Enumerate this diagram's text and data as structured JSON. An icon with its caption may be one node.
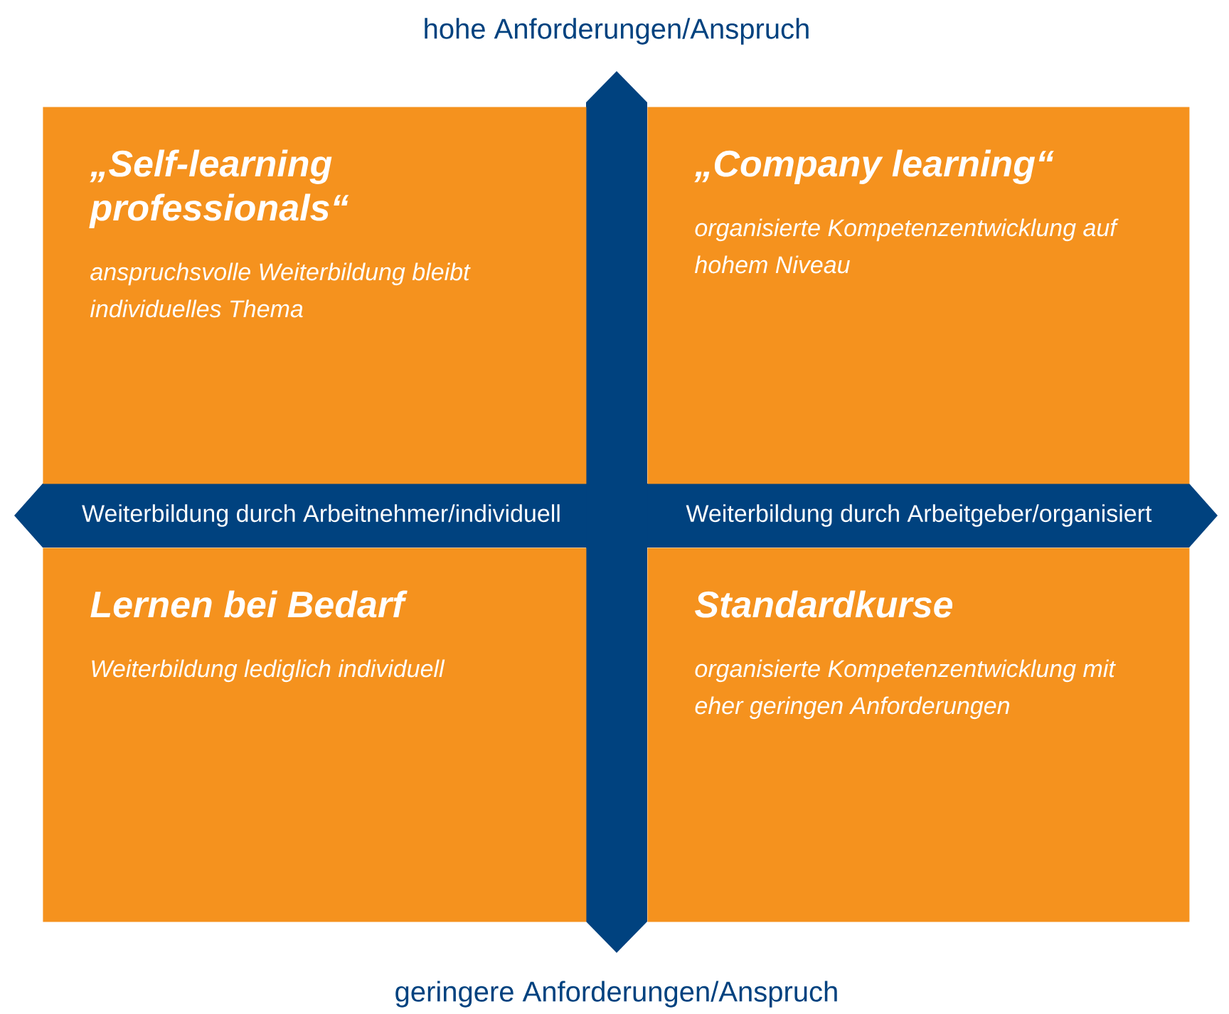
{
  "diagram": {
    "nodes": [
      {
        "text": [
          "„Self-learning professionals“",
          "anspruchsvolle Weiterbildung bleibt individuelles Thema"
        ]
      },
      {
        "text": [
          "„Company learning“",
          "organisierte Kompetenzentwicklung auf hohem Niveau"
        ]
      },
      {
        "text": [
          "Lernen bei Bedarf",
          "Weiterbildung lediglich individuell"
        ]
      },
      {
        "text": [
          "Standardkurse",
          "organisierte Kompetenzentwicklung mit eher geringen Anforderungen"
        ]
      }
    ],
    "labels": [
      "hohe Anforderungen/Anspruch",
      "Weiterbildung durch Arbeitnehmer/individuell",
      "Weiterbildung durch Arbeitgeber/organisiert",
      "geringere Anforderungen/Anspruch"
    ]
  }
}
